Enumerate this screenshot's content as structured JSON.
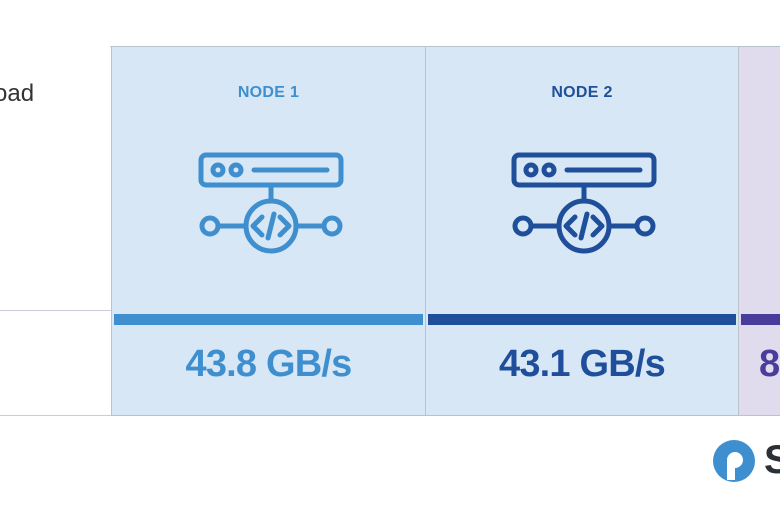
{
  "row_label": "oad",
  "nodes": [
    {
      "name": "NODE 1",
      "value": "43.8 GB/s",
      "accent": "#3f8fcf",
      "bg": "#d7e7f5"
    },
    {
      "name": "NODE 2",
      "value": "43.1 GB/s",
      "accent": "#1f4f9b",
      "bg": "#d7e7f5"
    },
    {
      "name": "",
      "value": "8",
      "accent": "#4a3c9a",
      "bg": "#e0dced"
    }
  ],
  "icons": {
    "node": "server-network-code-icon",
    "brand": "brand-logo-icon"
  },
  "brand": {
    "text": "S",
    "color": "#3d8fd0"
  }
}
